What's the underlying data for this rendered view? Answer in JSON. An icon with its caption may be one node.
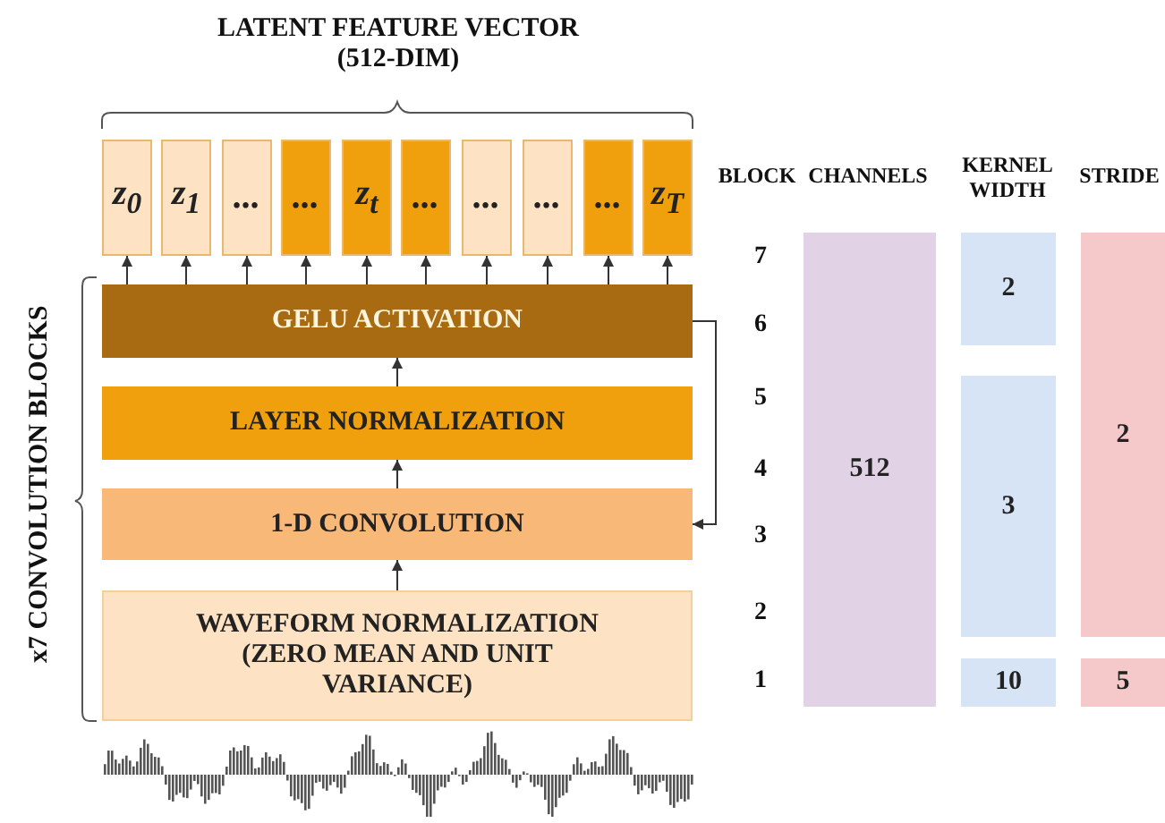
{
  "diagram": {
    "nodes": [
      {
        "text": [
          "z$_{0}$"
        ]
      },
      {
        "text": [
          "z$_{1}$"
        ]
      },
      {
        "text": [
          "..."
        ]
      },
      {
        "text": [
          "..."
        ]
      },
      {
        "text": [
          "z$_{t}$"
        ]
      },
      {
        "text": [
          "..."
        ]
      },
      {
        "text": [
          "..."
        ]
      },
      {
        "text": [
          "..."
        ]
      },
      {
        "text": [
          "..."
        ]
      },
      {
        "text": [
          "z$_{T}$"
        ]
      },
      {
        "text": [
          "GELU ACTIVATION"
        ]
      },
      {
        "text": [
          "LAYER NORMALIZATION"
        ]
      },
      {
        "text": [
          "1-D CONVOLUTION"
        ]
      },
      {
        "text": [
          "WAVEFORM NORMALIZATION (ZERO MEAN AND UNIT VARIANCE)"
        ]
      },
      {
        "text": [
          "512"
        ]
      },
      {
        "text": [
          "2"
        ]
      },
      {
        "text": [
          "3"
        ]
      },
      {
        "text": [
          "10"
        ]
      },
      {
        "text": [
          "2"
        ]
      },
      {
        "text": [
          "5"
        ]
      }
    ],
    "edges": [
      {
        "from": 10,
        "to": 0,
        "arrow": "to"
      },
      {
        "from": 10,
        "to": 1,
        "arrow": "to"
      },
      {
        "from": 10,
        "to": 2,
        "arrow": "to"
      },
      {
        "from": 10,
        "to": 3,
        "arrow": "to"
      },
      {
        "from": 10,
        "to": 4,
        "arrow": "to"
      },
      {
        "from": 10,
        "to": 5,
        "arrow": "to"
      },
      {
        "from": 10,
        "to": 6,
        "arrow": "to"
      },
      {
        "from": 10,
        "to": 7,
        "arrow": "to"
      },
      {
        "from": 10,
        "to": 8,
        "arrow": "to"
      },
      {
        "from": 10,
        "to": 9,
        "arrow": "to"
      },
      {
        "from": 11,
        "to": 10,
        "arrow": "to"
      },
      {
        "from": 12,
        "to": 11,
        "arrow": "to"
      },
      {
        "from": 13,
        "to": 12,
        "arrow": "to"
      },
      {
        "from": 10,
        "to": 12,
        "arrow": "to"
      }
    ],
    "labels": [
      "LATENT FEATURE VECTOR (512-DIM)",
      "BLOCK",
      "CHANNELS",
      "KERNEL WIDTH",
      "STRIDE",
      "x7 CONVOLUTION BLOCKS",
      "7",
      "6",
      "5",
      "4",
      "3",
      "2",
      "1"
    ]
  }
}
